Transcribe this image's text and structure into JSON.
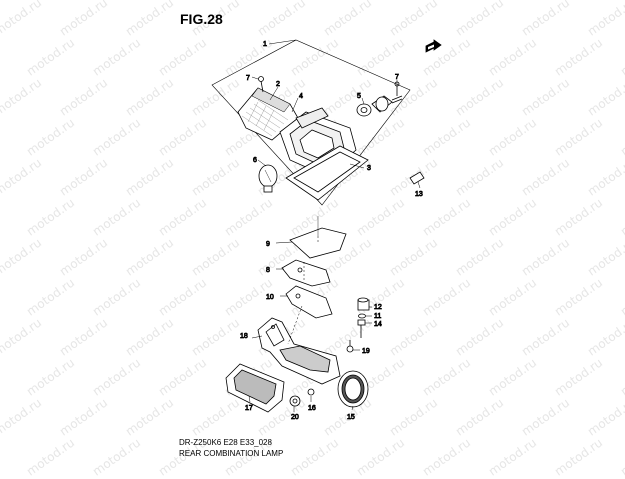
{
  "figure": {
    "title": "FIG.28"
  },
  "watermark": {
    "text": "motod.ru",
    "color": "#e6e6e6"
  },
  "caption": {
    "model": "DR-Z250K6 E28 E33_028",
    "name": "REAR COMBINATION LAMP"
  },
  "callouts": [
    "1",
    "2",
    "3",
    "4",
    "5",
    "6",
    "7",
    "7",
    "8",
    "9",
    "10",
    "11",
    "12",
    "13",
    "14",
    "15",
    "16",
    "17",
    "18",
    "19",
    "20"
  ],
  "icons": {
    "front_arrow": "forward-arrow-icon"
  }
}
